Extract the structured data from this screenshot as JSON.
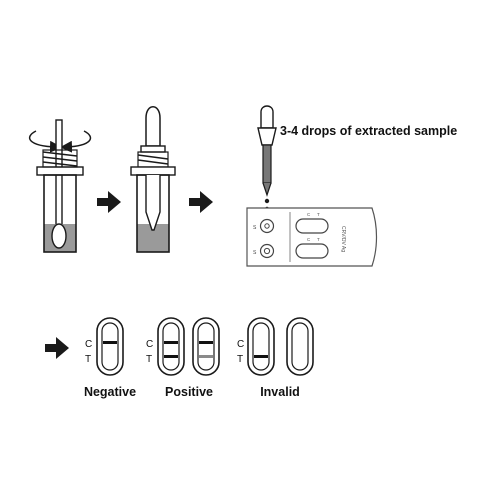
{
  "step3": {
    "instruction": "3-4 drops of extracted sample"
  },
  "cassette": {
    "brand_text": "CRV/DV Ag",
    "window_marks_top": [
      "C",
      "T"
    ],
    "window_marks_bottom": [
      "C",
      "T"
    ],
    "well_marks": [
      "S",
      "S"
    ]
  },
  "results": {
    "line_labels": {
      "c": "C",
      "t": "T"
    },
    "negative_label": "Negative",
    "positive_label": "Positive",
    "invalid_label": "Invalid"
  },
  "colors": {
    "stroke": "#1a1a1a",
    "liquid": "#9a9a9a",
    "line": "#111111",
    "faint_line": "#8a8a8a",
    "background": "#ffffff"
  }
}
